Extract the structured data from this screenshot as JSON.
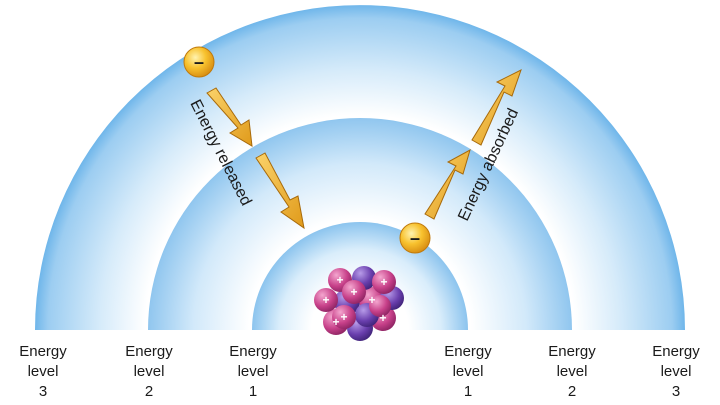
{
  "arrows": {
    "released_label": "Energy released",
    "absorbed_label": "Energy absorbed"
  },
  "electron_symbol": "–",
  "proton_symbol": "+",
  "levels_left": [
    {
      "line1": "Energy",
      "line2": "level",
      "number": "3"
    },
    {
      "line1": "Energy",
      "line2": "level",
      "number": "2"
    },
    {
      "line1": "Energy",
      "line2": "level",
      "number": "1"
    }
  ],
  "levels_right": [
    {
      "line1": "Energy",
      "line2": "level",
      "number": "1"
    },
    {
      "line1": "Energy",
      "line2": "level",
      "number": "2"
    },
    {
      "line1": "Energy",
      "line2": "level",
      "number": "3"
    }
  ],
  "colors": {
    "shell_edge": "#5aa9e6",
    "shell_inner": "#ffffff",
    "arrow_fill": "#f2b233",
    "electron_fill": "#f5b21e",
    "proton": "#c8418a",
    "neutron": "#6a3fae"
  },
  "icons": {
    "electron": "electron-icon",
    "nucleus": "nucleus-icon",
    "arrow": "arrow-icon"
  }
}
